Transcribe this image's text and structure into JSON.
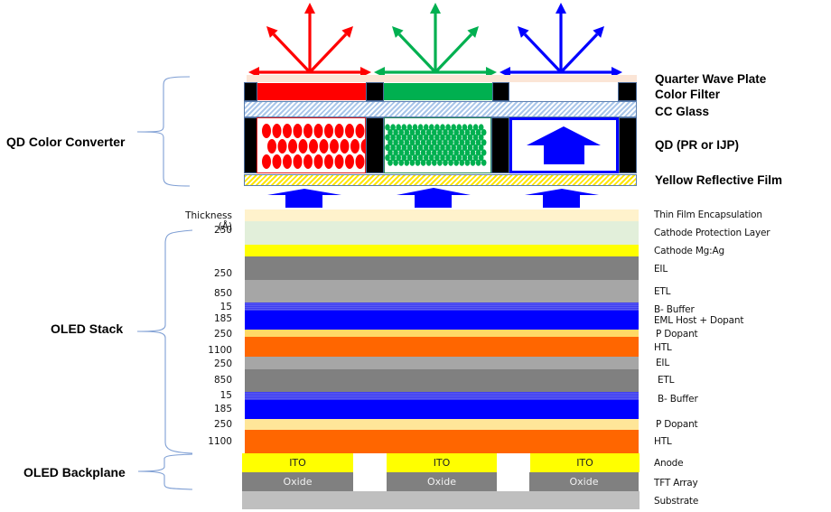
{
  "groups": {
    "qd_color_converter": "QD Color Converter",
    "oled_stack": "OLED Stack",
    "oled_backplane": "OLED Backplane"
  },
  "qd_layers": {
    "quarter_wave_plate": "Quarter Wave Plate",
    "color_filter": "Color Filter",
    "cc_glass": "CC Glass",
    "qd": "QD (PR or IJP)",
    "yellow_reflective_film": "Yellow Reflective Film"
  },
  "thickness_header": "Thickness (Å)",
  "stack_layers": [
    {
      "name": "Thin Film Encapsulation",
      "thickness": "",
      "color": "#fff2cc"
    },
    {
      "name": "Cathode Protection Layer",
      "thickness": "250",
      "color": "#e2efda"
    },
    {
      "name": "Cathode Mg:Ag",
      "thickness": "",
      "color": "#ffff00"
    },
    {
      "name": "EIL",
      "thickness": "250",
      "color": "#808080"
    },
    {
      "name": "ETL",
      "thickness": "850",
      "color": "#a6a6a6"
    },
    {
      "name": "B- Buffer",
      "thickness": "15",
      "color": "#8c8cf8"
    },
    {
      "name": "EML Host + Dopant",
      "thickness": "185",
      "color": "#0000ff"
    },
    {
      "name": "P Dopant",
      "thickness": "250",
      "color": "#ffd966"
    },
    {
      "name": "HTL",
      "thickness": "1100",
      "color": "#ff6600"
    },
    {
      "name": "EIL",
      "thickness": "250",
      "color": "#a6a6a6"
    },
    {
      "name": "ETL",
      "thickness": "850",
      "color": "#808080"
    },
    {
      "name": "B- Buffer",
      "thickness": "15",
      "color": "#8c8cf8"
    },
    {
      "name": "",
      "thickness": "185",
      "color": "#0000ff"
    },
    {
      "name": "P Dopant",
      "thickness": "250",
      "color": "#ffe699"
    },
    {
      "name": "HTL",
      "thickness": "1100",
      "color": "#ff6600"
    }
  ],
  "backplane": {
    "anode_label": "Anode",
    "tft_label": "TFT Array",
    "substrate_label": "Substrate",
    "ito": [
      "ITO",
      "ITO",
      "ITO"
    ],
    "oxide": [
      "Oxide",
      "Oxide",
      "Oxide"
    ]
  },
  "subpixels": [
    {
      "name": "red",
      "color": "#ff0000"
    },
    {
      "name": "green",
      "color": "#00b050"
    },
    {
      "name": "blue",
      "color": "#0000ff"
    }
  ]
}
